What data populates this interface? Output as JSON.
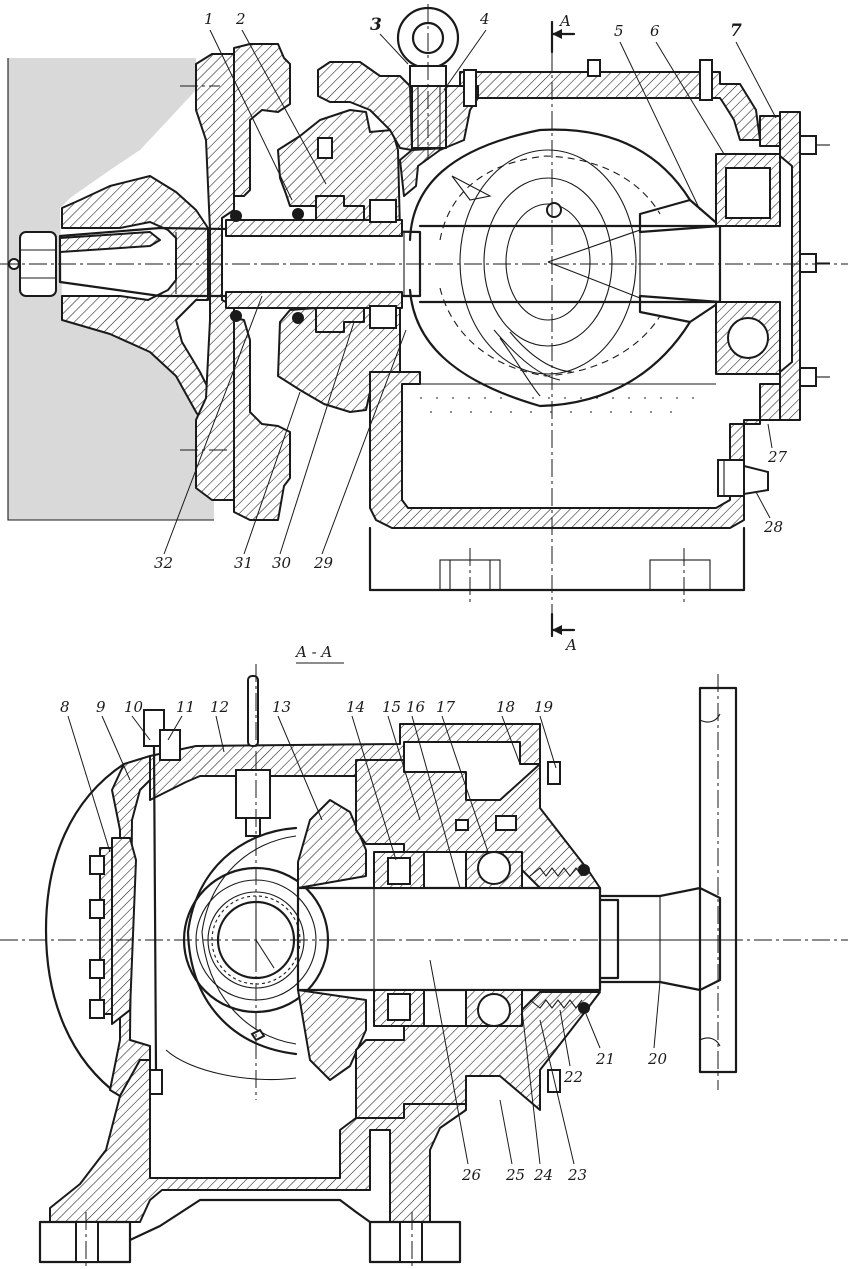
{
  "section_marks": {
    "top_mark": "A",
    "bottom_mark": "A",
    "view_title": "A - A"
  },
  "top_labels": [
    "1",
    "2",
    "3",
    "4",
    "5",
    "6",
    "7",
    "27",
    "28",
    "29",
    "30",
    "31",
    "32"
  ],
  "bottom_labels": [
    "8",
    "9",
    "10",
    "11",
    "12",
    "13",
    "14",
    "15",
    "16",
    "17",
    "18",
    "19",
    "20",
    "21",
    "22",
    "23",
    "24",
    "25",
    "26"
  ]
}
